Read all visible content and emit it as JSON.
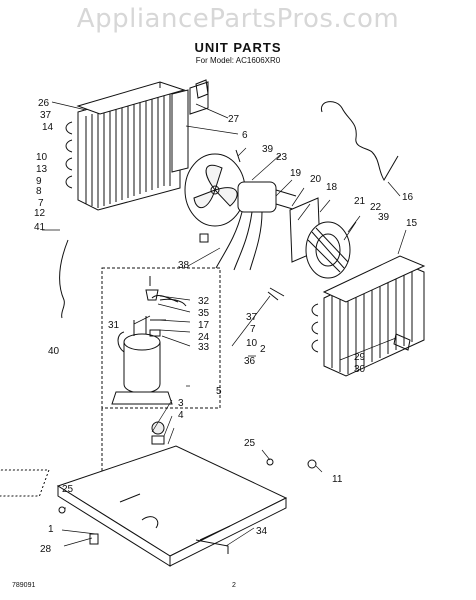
{
  "watermark": "AppliancePartsPros.com",
  "title": "UNIT PARTS",
  "model_line": "For Model: AC1606XR0",
  "footer": {
    "left": "789091",
    "center": "2"
  },
  "callouts": [
    {
      "id": "26",
      "text": "26"
    },
    {
      "id": "37a",
      "text": "37"
    },
    {
      "id": "14",
      "text": "14"
    },
    {
      "id": "10a",
      "text": "10"
    },
    {
      "id": "13",
      "text": "13"
    },
    {
      "id": "9",
      "text": "9"
    },
    {
      "id": "8",
      "text": "8"
    },
    {
      "id": "7a",
      "text": "7"
    },
    {
      "id": "12",
      "text": "12"
    },
    {
      "id": "41",
      "text": "41"
    },
    {
      "id": "27",
      "text": "27"
    },
    {
      "id": "6",
      "text": "6"
    },
    {
      "id": "39a",
      "text": "39"
    },
    {
      "id": "23",
      "text": "23"
    },
    {
      "id": "19",
      "text": "19"
    },
    {
      "id": "20",
      "text": "20"
    },
    {
      "id": "18",
      "text": "18"
    },
    {
      "id": "21",
      "text": "21"
    },
    {
      "id": "22",
      "text": "22"
    },
    {
      "id": "39b",
      "text": "39"
    },
    {
      "id": "16",
      "text": "16"
    },
    {
      "id": "15",
      "text": "15"
    },
    {
      "id": "38",
      "text": "38"
    },
    {
      "id": "32",
      "text": "32"
    },
    {
      "id": "35",
      "text": "35"
    },
    {
      "id": "31",
      "text": "31"
    },
    {
      "id": "17",
      "text": "17"
    },
    {
      "id": "24",
      "text": "24"
    },
    {
      "id": "33",
      "text": "33"
    },
    {
      "id": "2",
      "text": "2"
    },
    {
      "id": "37b",
      "text": "37"
    },
    {
      "id": "7b",
      "text": "7"
    },
    {
      "id": "10b",
      "text": "10"
    },
    {
      "id": "36",
      "text": "36"
    },
    {
      "id": "40",
      "text": "40"
    },
    {
      "id": "5",
      "text": "5"
    },
    {
      "id": "3",
      "text": "3"
    },
    {
      "id": "4",
      "text": "4"
    },
    {
      "id": "29",
      "text": "29"
    },
    {
      "id": "30",
      "text": "30"
    },
    {
      "id": "25a",
      "text": "25"
    },
    {
      "id": "11",
      "text": "11"
    },
    {
      "id": "25b",
      "text": "25"
    },
    {
      "id": "1",
      "text": "1"
    },
    {
      "id": "28",
      "text": "28"
    },
    {
      "id": "34",
      "text": "34"
    }
  ]
}
